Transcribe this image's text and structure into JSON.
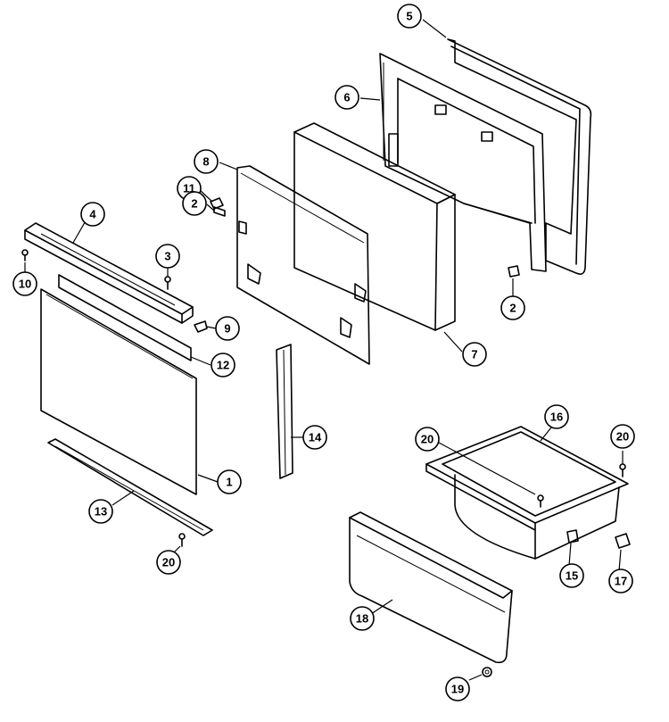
{
  "diagram": {
    "callouts": [
      {
        "id": "c5",
        "label": "5"
      },
      {
        "id": "c6",
        "label": "6"
      },
      {
        "id": "c8",
        "label": "8"
      },
      {
        "id": "c11",
        "label": "11"
      },
      {
        "id": "c2a",
        "label": "2"
      },
      {
        "id": "c4",
        "label": "4"
      },
      {
        "id": "c3",
        "label": "3"
      },
      {
        "id": "c10",
        "label": "10"
      },
      {
        "id": "c9",
        "label": "9"
      },
      {
        "id": "c12",
        "label": "12"
      },
      {
        "id": "c7",
        "label": "7"
      },
      {
        "id": "c2b",
        "label": "2"
      },
      {
        "id": "c14",
        "label": "14"
      },
      {
        "id": "c1",
        "label": "1"
      },
      {
        "id": "c13",
        "label": "13"
      },
      {
        "id": "c20a",
        "label": "20"
      },
      {
        "id": "c16",
        "label": "16"
      },
      {
        "id": "c20b",
        "label": "20"
      },
      {
        "id": "c20c",
        "label": "20"
      },
      {
        "id": "c15",
        "label": "15"
      },
      {
        "id": "c17",
        "label": "17"
      },
      {
        "id": "c18",
        "label": "18"
      },
      {
        "id": "c19",
        "label": "19"
      }
    ]
  }
}
